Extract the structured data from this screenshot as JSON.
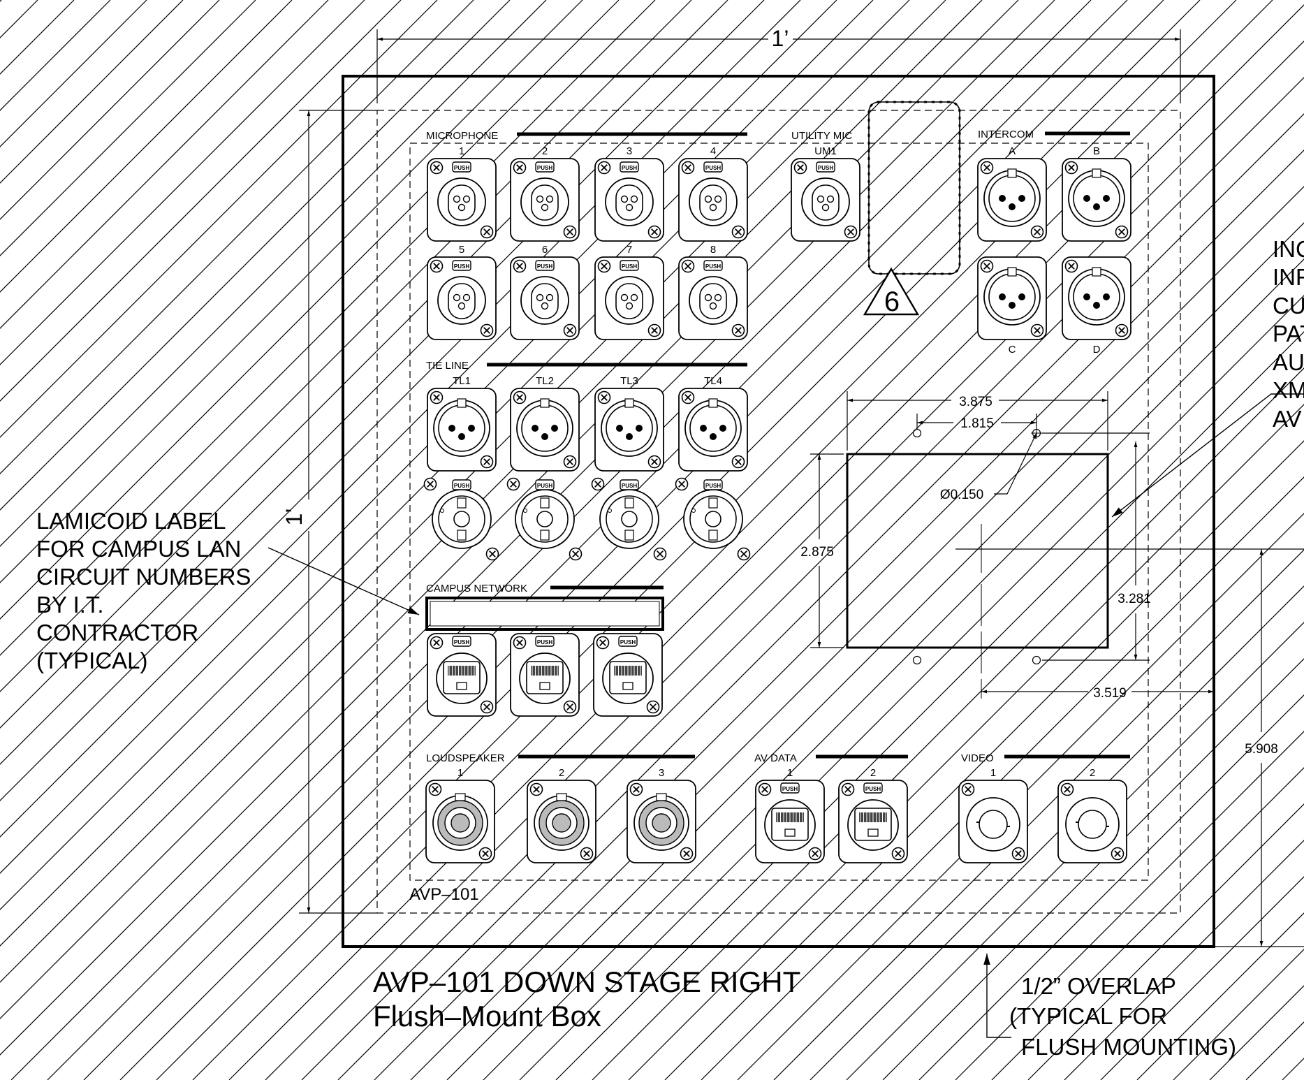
{
  "hatch_color": "#000000",
  "line_color": "#000000",
  "overall_width_dim": "1’",
  "overall_height_dim": "1’",
  "sections": {
    "microphone": "MICROPHONE",
    "utility_mic": "UTILITY MIC",
    "intercom": "INTERCOM",
    "tie_line": "TIE LINE",
    "campus_network": "CAMPUS NETWORK",
    "loudspeaker": "LOUDSPEAKER",
    "av_data": "AV DATA",
    "video": "VIDEO"
  },
  "push_label": "PUSH",
  "connectors": {
    "mic_row1": [
      "1",
      "2",
      "3",
      "4"
    ],
    "mic_row2": [
      "5",
      "6",
      "7",
      "8"
    ],
    "utility": [
      "UM1"
    ],
    "intercom_top": [
      "A",
      "B"
    ],
    "intercom_bottom": [
      "C",
      "D"
    ],
    "tie_lines": [
      "TL1",
      "TL2",
      "TL3",
      "TL4"
    ],
    "loudspeakers": [
      "1",
      "2",
      "3"
    ],
    "av_data": [
      "1",
      "2"
    ],
    "video": [
      "1",
      "2"
    ]
  },
  "revision_number": "6",
  "panel_id": "AVP–101",
  "dimensions": {
    "d1": "3.875",
    "d2": "1.815",
    "d3": "Ø0.150",
    "d4": "2.875",
    "d5": "3.281",
    "d6": "3.519",
    "d7": "5.908"
  },
  "lamicoid_note": [
    "LAMICOID  LABEL",
    "FOR  CAMPUS  LAN",
    "CIRCUIT  NUMBERS",
    "BY  I.T.",
    "CONTRACTOR",
    "(TYPICAL)"
  ],
  "right_note": [
    "INC",
    "INF",
    "CU",
    "PAT",
    "AU",
    "XM",
    "AV"
  ],
  "title": [
    "AVP–101  DOWN  STAGE  RIGHT",
    "Flush–Mount  Box"
  ],
  "overlap_note": [
    "1/2”  OVERLAP",
    "(TYPICAL  FOR",
    "FLUSH  MOUNTING)"
  ]
}
